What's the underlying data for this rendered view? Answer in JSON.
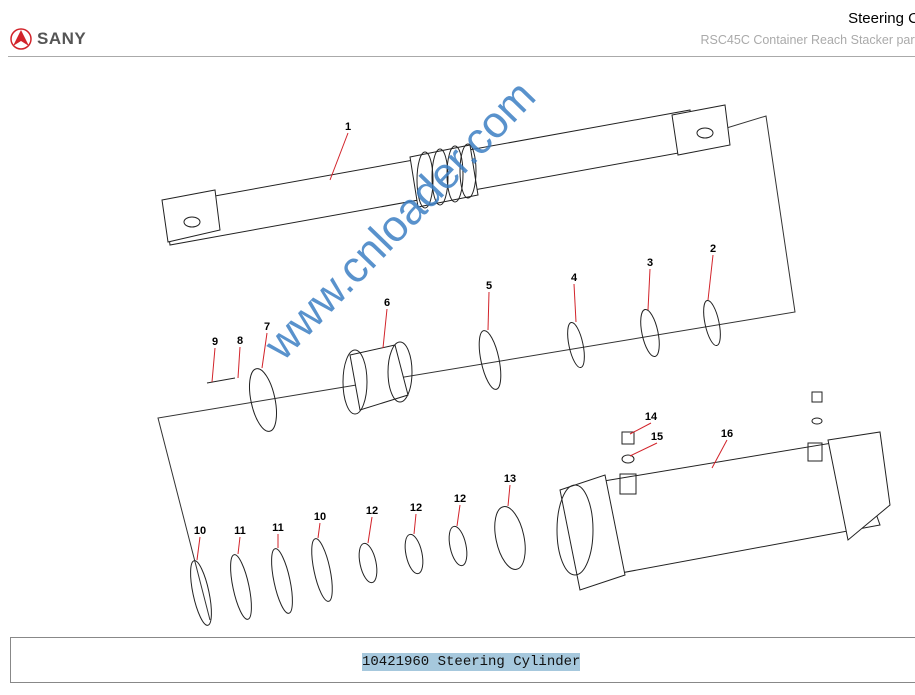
{
  "header": {
    "brand": "SANY",
    "title": "Steering C",
    "subtitle": "RSC45C Container Reach Stacker  part"
  },
  "diagram": {
    "callouts": [
      "1",
      "2",
      "3",
      "4",
      "5",
      "6",
      "7",
      "8",
      "9",
      "14",
      "15",
      "16",
      "13",
      "12",
      "12",
      "12",
      "10",
      "11",
      "11",
      "10"
    ],
    "watermark": "www.cnloader.com"
  },
  "caption": "10421960 Steering Cylinder",
  "colors": {
    "brand": "#d2232a",
    "highlight": "#a6c8dd",
    "watermark": "#3d7fc4"
  }
}
